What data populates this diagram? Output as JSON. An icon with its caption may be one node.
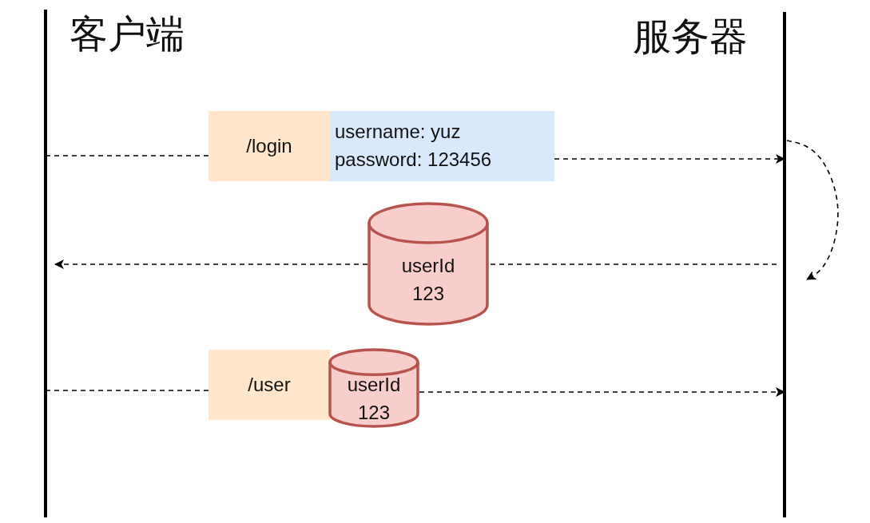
{
  "diagram": {
    "nodes": [
      {
        "text": [
          "客户端"
        ]
      },
      {
        "text": [
          "服务器"
        ]
      },
      {
        "text": [
          "/login"
        ]
      },
      {
        "text": [
          "username: yuz password: 123456"
        ]
      },
      {
        "text": [
          "userId 123"
        ]
      },
      {
        "text": [
          "/user"
        ]
      },
      {
        "text": [
          "userId 123"
        ]
      }
    ],
    "edges": [
      {
        "from": 0,
        "to": 2,
        "arrow": "none",
        "style": "dashed"
      },
      {
        "from": 3,
        "to": 1,
        "arrow": "to",
        "style": "dashed"
      },
      {
        "from": 1,
        "to": 1,
        "arrow": "to",
        "style": "dashed"
      },
      {
        "from": 1,
        "to": 4,
        "arrow": "none",
        "style": "dashed"
      },
      {
        "from": 4,
        "to": 0,
        "arrow": "to",
        "style": "dashed"
      },
      {
        "from": 0,
        "to": 5,
        "arrow": "none",
        "style": "dashed"
      },
      {
        "from": 6,
        "to": 1,
        "arrow": "to",
        "style": "dashed"
      }
    ]
  }
}
